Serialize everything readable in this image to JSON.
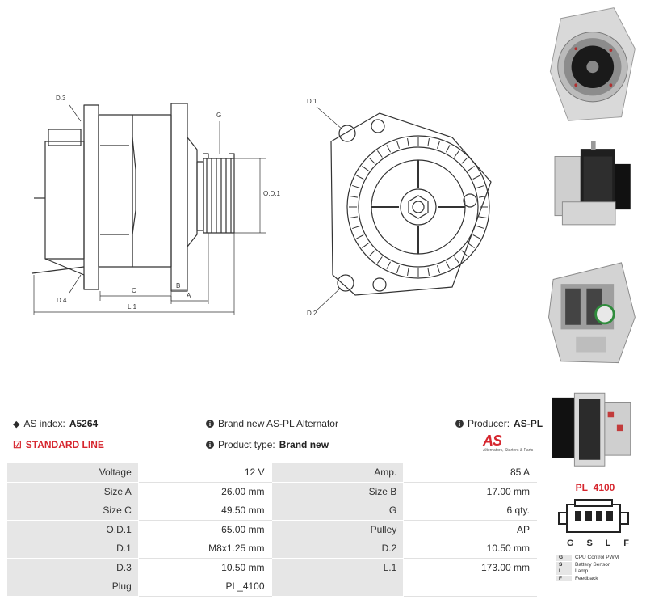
{
  "drawing": {
    "labels": {
      "d3": "D.3",
      "d4": "D.4",
      "g": "G",
      "od1": "O.D.1",
      "b": "B",
      "c": "C",
      "a": "A",
      "l1": "L.1",
      "d1": "D.1",
      "d2": "D.2"
    }
  },
  "photos": [
    "front-view",
    "side-view",
    "rear-view",
    "angle-view"
  ],
  "info": {
    "as_index_label": "AS index:",
    "as_index_value": "A5264",
    "line": "STANDARD LINE",
    "description": "Brand new AS-PL Alternator",
    "product_type_label": "Product type:",
    "product_type_value": "Brand new",
    "producer_label": "Producer:",
    "producer_value": "AS-PL"
  },
  "brand": {
    "logo": "AS",
    "tagline": "Alternators, Starters & Parts"
  },
  "specs": [
    [
      "Voltage",
      "12 V",
      "Amp.",
      "85 A"
    ],
    [
      "Size A",
      "26.00 mm",
      "Size B",
      "17.00 mm"
    ],
    [
      "Size C",
      "49.50 mm",
      "G",
      "6 qty."
    ],
    [
      "O.D.1",
      "65.00 mm",
      "Pulley",
      "AP"
    ],
    [
      "D.1",
      "M8x1.25 mm",
      "D.2",
      "10.50 mm"
    ],
    [
      "D.3",
      "10.50 mm",
      "L.1",
      "173.00 mm"
    ],
    [
      "Plug",
      "PL_4100",
      "",
      ""
    ]
  ],
  "plug": {
    "title": "PL_4100",
    "letters": [
      "G",
      "S",
      "L",
      "F"
    ],
    "legend": [
      {
        "key": "G",
        "text": "CPU Control PWM"
      },
      {
        "key": "S",
        "text": "Battery Sensor"
      },
      {
        "key": "L",
        "text": "Lamp"
      },
      {
        "key": "F",
        "text": "Feedback"
      }
    ]
  },
  "colors": {
    "accent": "#d6262e",
    "label_bg": "#e6e6e6",
    "line": "#333333"
  }
}
